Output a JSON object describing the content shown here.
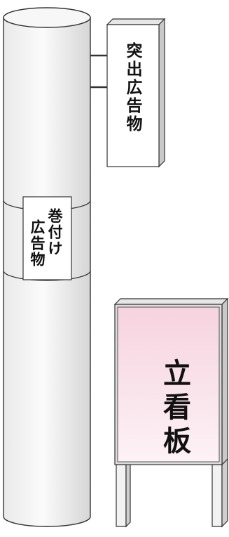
{
  "labels": {
    "protruding_sign": "突出広告物",
    "wrap_sign_line1": "巻付け",
    "wrap_sign_line2": "広告物",
    "standing_sign": "立看板"
  },
  "colors": {
    "pole_light": "#f4f4f4",
    "pole_shade": "#d8d8d8",
    "board_pink_top": "#f6d3df",
    "board_pink_bottom": "#fdf2f6",
    "frame_gray": "#d9d9d9",
    "outline": "#333333"
  }
}
